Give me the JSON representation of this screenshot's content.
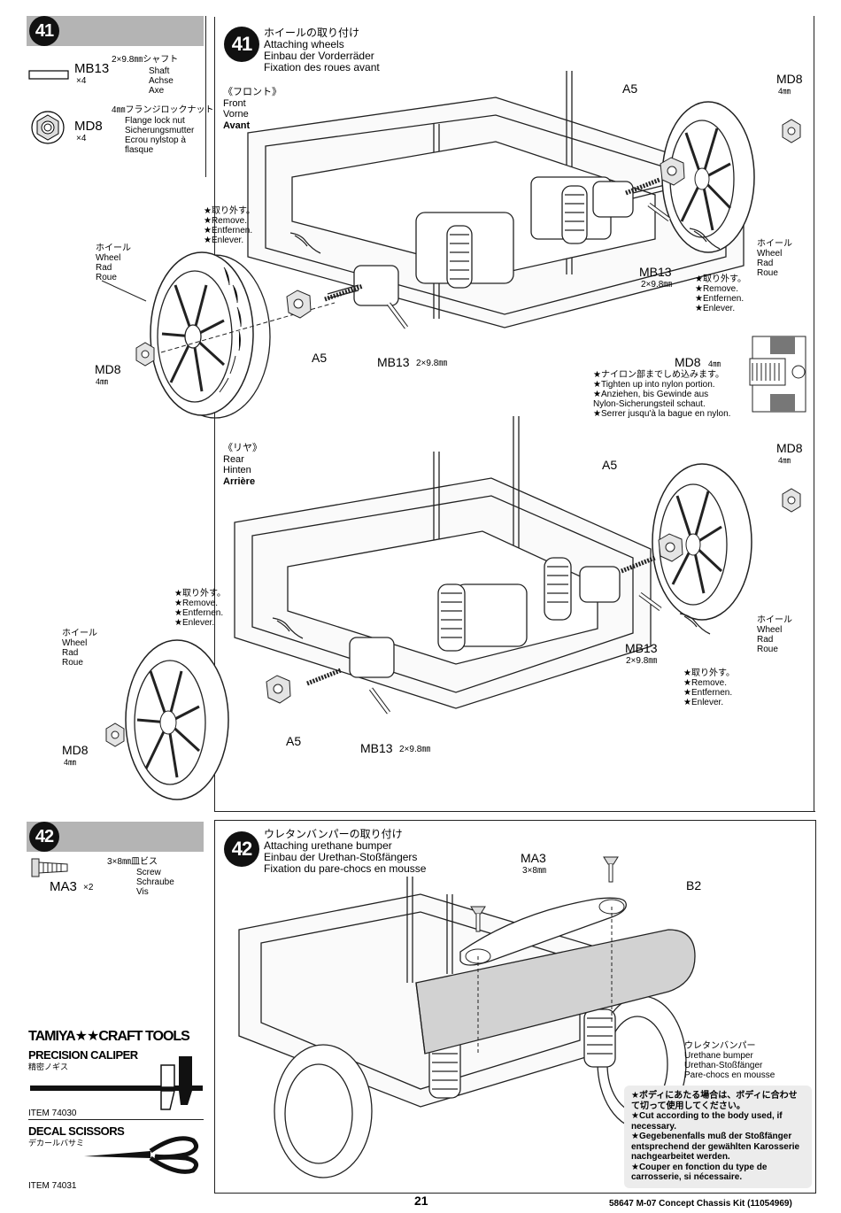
{
  "steps": {
    "s41": {
      "number": "41",
      "sidebar": {
        "parts": [
          {
            "code": "MB13",
            "qty": "×4",
            "size": "2×9.8㎜シャフト",
            "names": [
              "Shaft",
              "Achse",
              "Axe"
            ]
          },
          {
            "code": "MD8",
            "qty": "×4",
            "size": "4㎜フランジロックナット",
            "names": [
              "Flange lock nut",
              "Sicherungsmutter",
              "Ecrou nylstop à",
              "flasque"
            ]
          }
        ]
      },
      "title": [
        "ホイールの取り付け",
        "Attaching wheels",
        "Einbau der Vorderräder",
        "Fixation des roues avant"
      ],
      "front_label": [
        "《フロント》",
        "Front",
        "Vorne",
        "Avant"
      ],
      "rear_label": [
        "《リヤ》",
        "Rear",
        "Hinten",
        "Arrière"
      ],
      "remove_note": [
        "★取り外す。",
        "★Remove.",
        "★Entfernen.",
        "★Enlever."
      ],
      "wheel_label": [
        "ホイール",
        "Wheel",
        "Rad",
        "Roue"
      ],
      "parts_labels": {
        "a5": "A5",
        "md8": "MD8",
        "md8_size": "4㎜",
        "mb13": "MB13",
        "mb13_size": "2×9.8㎜"
      },
      "nylon_note": {
        "label": "MD8",
        "size": "4㎜",
        "lines": [
          "★ナイロン部までしめ込みます。",
          "★Tighten up into nylon portion.",
          "★Anziehen, bis Gewinde aus",
          "Nylon-Sicherungsteil schaut.",
          "★Serrer jusqu'à la bague en nylon."
        ]
      }
    },
    "s42": {
      "number": "42",
      "sidebar": {
        "part": {
          "code": "MA3",
          "qty": "×2",
          "size": "3×8㎜皿ビス",
          "names": [
            "Screw",
            "Schraube",
            "Vis"
          ]
        }
      },
      "title": [
        "ウレタンバンパーの取り付け",
        "Attaching urethane bumper",
        "Einbau der Urethan-Stoßfängers",
        "Fixation du pare-chocs en mousse"
      ],
      "ma3_label": "MA3",
      "ma3_size": "3×8㎜",
      "b2_label": "B2",
      "bumper_label": [
        "ウレタンバンパー",
        "Urethane bumper",
        "Urethan-Stoßfänger",
        "Pare-chocs en mousse"
      ],
      "cut_note": [
        "★ボディにあたる場合は、ボディに合わせ",
        "て切って使用してください。",
        "★Cut according to the body used, if",
        "necessary.",
        "★Gegebenenfalls muß der Stoßfänger",
        "entsprechend der gewählten Karosserie",
        "nachgearbeitet werden.",
        "★Couper en fonction du type de",
        "carrosserie, si nécessaire."
      ]
    }
  },
  "tools": {
    "brand": "TAMIYA★★CRAFT TOOLS",
    "items": [
      {
        "name": "PRECISION CALIPER",
        "jp": "精密ノギス",
        "item": "ITEM 74030"
      },
      {
        "name": "DECAL SCISSORS",
        "jp": "デカールバサミ",
        "item": "ITEM 74031"
      }
    ]
  },
  "footer": {
    "page": "21",
    "doc": "58647 M-07 Concept Chassis Kit (11054969)"
  }
}
